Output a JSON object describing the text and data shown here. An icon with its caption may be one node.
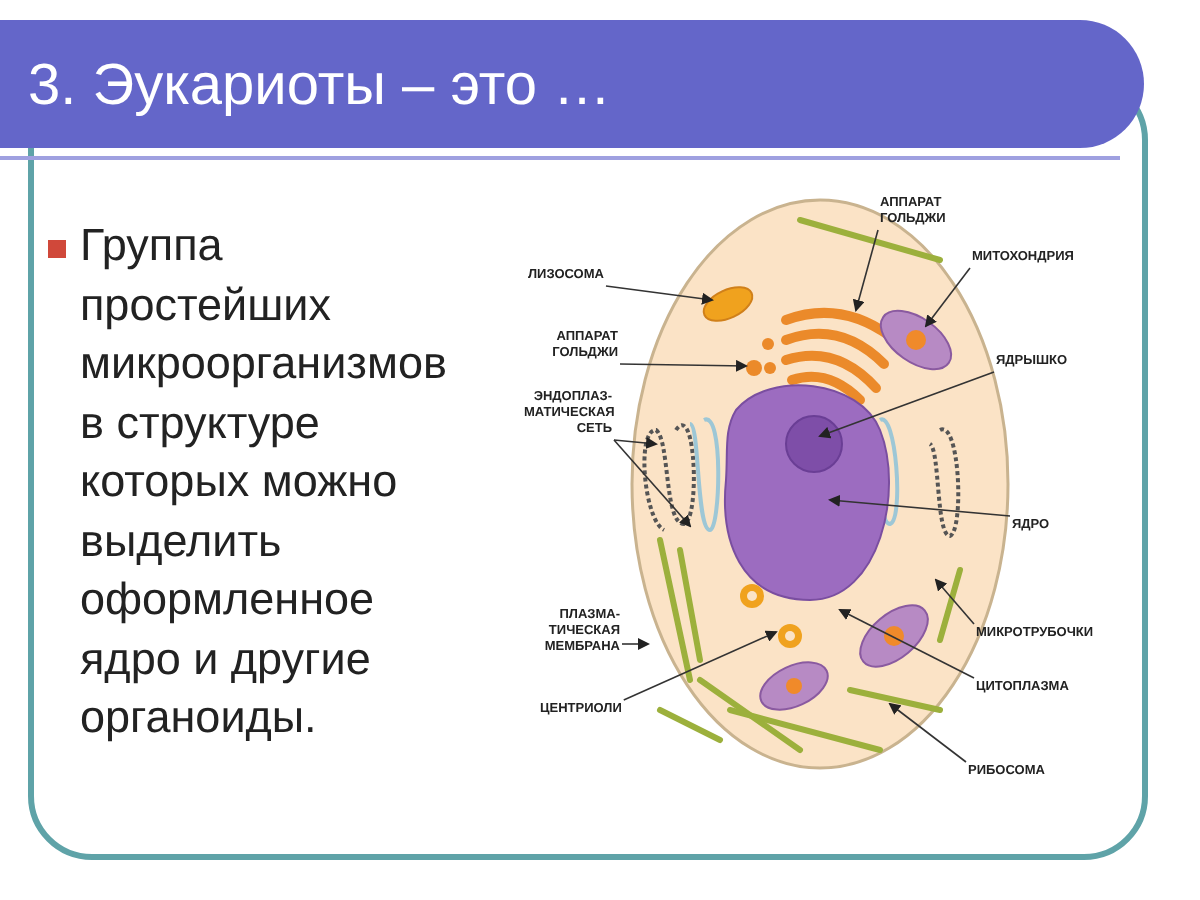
{
  "diagram": {
    "title": "3. Эукариоты – это …",
    "nodes": [
      {
        "text": [
          "АППАРАТ ГОЛЬДЖИ"
        ]
      },
      {
        "text": [
          "ЛИЗОСОМА"
        ]
      },
      {
        "text": [
          "АППАРАТ ГОЛЬДЖИ"
        ]
      },
      {
        "text": [
          "ЭНДОПЛАЗ- МАТИЧЕСКАЯ СЕТЬ"
        ]
      },
      {
        "text": [
          "МИТОХОНДРИЯ"
        ]
      },
      {
        "text": [
          "ЯДРЫШКО"
        ]
      },
      {
        "text": [
          "ЯДРО"
        ]
      },
      {
        "text": [
          "ПЛАЗМА- ТИЧЕСКАЯ МЕМБРАНА"
        ]
      },
      {
        "text": [
          "МИКРОТРУБОЧКИ"
        ]
      },
      {
        "text": [
          "ЦЕНТРИОЛИ"
        ]
      },
      {
        "text": [
          "ЦИТОПЛАЗМА"
        ]
      },
      {
        "text": [
          "РИБОСОМА"
        ]
      }
    ],
    "edges": [
      {
        "from": 0,
        "to": null,
        "arrow": "to"
      },
      {
        "from": 1,
        "to": null,
        "arrow": "to"
      },
      {
        "from": 2,
        "to": null,
        "arrow": "to"
      },
      {
        "from": 3,
        "to": null,
        "arrow": "to"
      },
      {
        "from": 4,
        "to": null,
        "arrow": "to"
      },
      {
        "from": 5,
        "to": null,
        "arrow": "to"
      },
      {
        "from": 6,
        "to": null,
        "arrow": "to"
      },
      {
        "from": 7,
        "to": null,
        "arrow": "to"
      },
      {
        "from": 8,
        "to": null,
        "arrow": "to"
      },
      {
        "from": 9,
        "to": null,
        "arrow": "to"
      },
      {
        "from": 10,
        "to": null,
        "arrow": "to"
      },
      {
        "from": 11,
        "to": null,
        "arrow": "to"
      },
      {
        "from": 3,
        "to": null,
        "arrow": "to"
      }
    ],
    "labels": [
      "Группа простейших микроорганизмов в структуре которых можно выделить оформленное ядро и другие органоиды."
    ]
  }
}
